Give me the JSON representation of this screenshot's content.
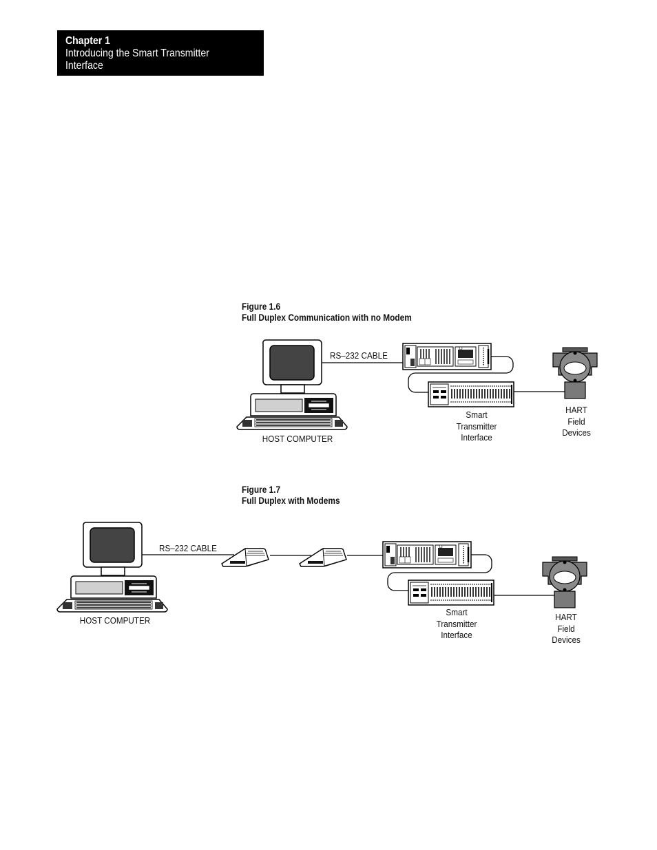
{
  "header": {
    "chapter": "Chapter 1",
    "title_line1": "Introducing the Smart Transmitter",
    "title_line2": "Interface"
  },
  "figure_1_6": {
    "number": "Figure 1.6",
    "caption": "Full Duplex Communication with no Modem",
    "cable_label": "RS–232 CABLE",
    "host_label": "HOST COMPUTER",
    "sti_label": [
      "Smart",
      "Transmitter",
      "Interface"
    ],
    "hart_label": [
      "HART",
      "Field",
      "Devices"
    ]
  },
  "figure_1_7": {
    "number": "Figure 1.7",
    "caption": "Full Duplex with Modems",
    "cable_label": "RS–232 CABLE",
    "host_label": "HOST COMPUTER",
    "sti_label": [
      "Smart",
      "Transmitter",
      "Interface"
    ],
    "hart_label": [
      "HART",
      "Field",
      "Devices"
    ]
  }
}
